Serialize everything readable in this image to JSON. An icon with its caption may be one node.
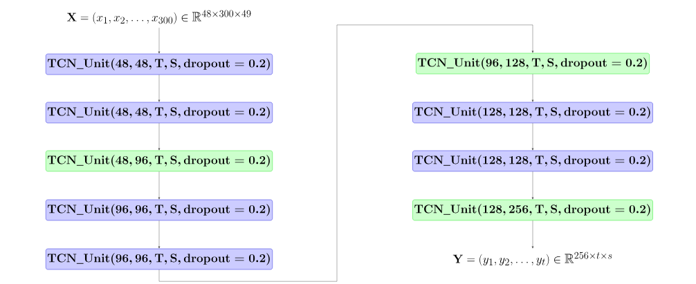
{
  "diagram": {
    "nodes": [
      {
        "text": [
          "\\mathbf{X} = (x_1, x_2, \\ldots, x_{300}) \\in \\mathbb{R}^{48\\times 300\\times 49}"
        ]
      },
      {
        "text": [
          "\\mathbf{TCN\\_Unit}(\\mathbf{48}, \\mathbf{48}, \\mathbf{T}, \\mathbf{S}, \\mathbf{dropout} = \\mathbf{0.2})"
        ]
      },
      {
        "text": [
          "\\mathbf{TCN\\_Unit}(\\mathbf{48}, \\mathbf{48}, \\mathbf{T}, \\mathbf{S}, \\mathbf{dropout} = \\mathbf{0.2})"
        ]
      },
      {
        "text": [
          "\\mathbf{TCN\\_Unit}(\\mathbf{48}, \\mathbf{96}, \\mathbf{T}, \\mathbf{S}, \\mathbf{dropout} = \\mathbf{0.2})"
        ]
      },
      {
        "text": [
          "\\mathbf{TCN\\_Unit}(\\mathbf{96}, \\mathbf{96}, \\mathbf{T}, \\mathbf{S}, \\mathbf{dropout} = \\mathbf{0.2})"
        ]
      },
      {
        "text": [
          "\\mathbf{TCN\\_Unit}(\\mathbf{96}, \\mathbf{96}, \\mathbf{T}, \\mathbf{S}, \\mathbf{dropout} = \\mathbf{0.2})"
        ]
      },
      {
        "text": [
          "\\mathbf{TCN\\_Unit}(\\mathbf{96}, \\mathbf{128}, \\mathbf{T}, \\mathbf{S}, \\mathbf{dropout} = \\mathbf{0.2})"
        ]
      },
      {
        "text": [
          "\\mathbf{TCN\\_Unit}(\\mathbf{128}, \\mathbf{128}, \\mathbf{T}, \\mathbf{S}, \\mathbf{dropout} = \\mathbf{0.2})"
        ]
      },
      {
        "text": [
          "\\mathbf{TCN\\_Unit}(\\mathbf{128}, \\mathbf{128}, \\mathbf{T}, \\mathbf{S}, \\mathbf{dropout} = \\mathbf{0.2})"
        ]
      },
      {
        "text": [
          "\\mathbf{TCN\\_Unit}(\\mathbf{128}, \\mathbf{256}, \\mathbf{T}, \\mathbf{S}, \\mathbf{dropout} = \\mathbf{0.2})"
        ]
      },
      {
        "text": [
          "\\mathbf{Y} = (y_1, y_2, \\ldots, y_t) \\in \\mathbb{R}^{256\\times t\\times s}"
        ]
      }
    ],
    "edges": [
      {
        "from": 0,
        "to": 1,
        "arrow": "to"
      },
      {
        "from": 1,
        "to": 2,
        "arrow": "to"
      },
      {
        "from": 2,
        "to": 3,
        "arrow": "to"
      },
      {
        "from": 3,
        "to": 4,
        "arrow": "to"
      },
      {
        "from": 4,
        "to": 5,
        "arrow": "to"
      },
      {
        "from": 5,
        "to": 6,
        "arrow": "to"
      },
      {
        "from": 6,
        "to": 7,
        "arrow": "to"
      },
      {
        "from": 7,
        "to": 8,
        "arrow": "to"
      },
      {
        "from": 8,
        "to": 9,
        "arrow": "to"
      },
      {
        "from": 9,
        "to": 10,
        "arrow": "to"
      }
    ]
  }
}
